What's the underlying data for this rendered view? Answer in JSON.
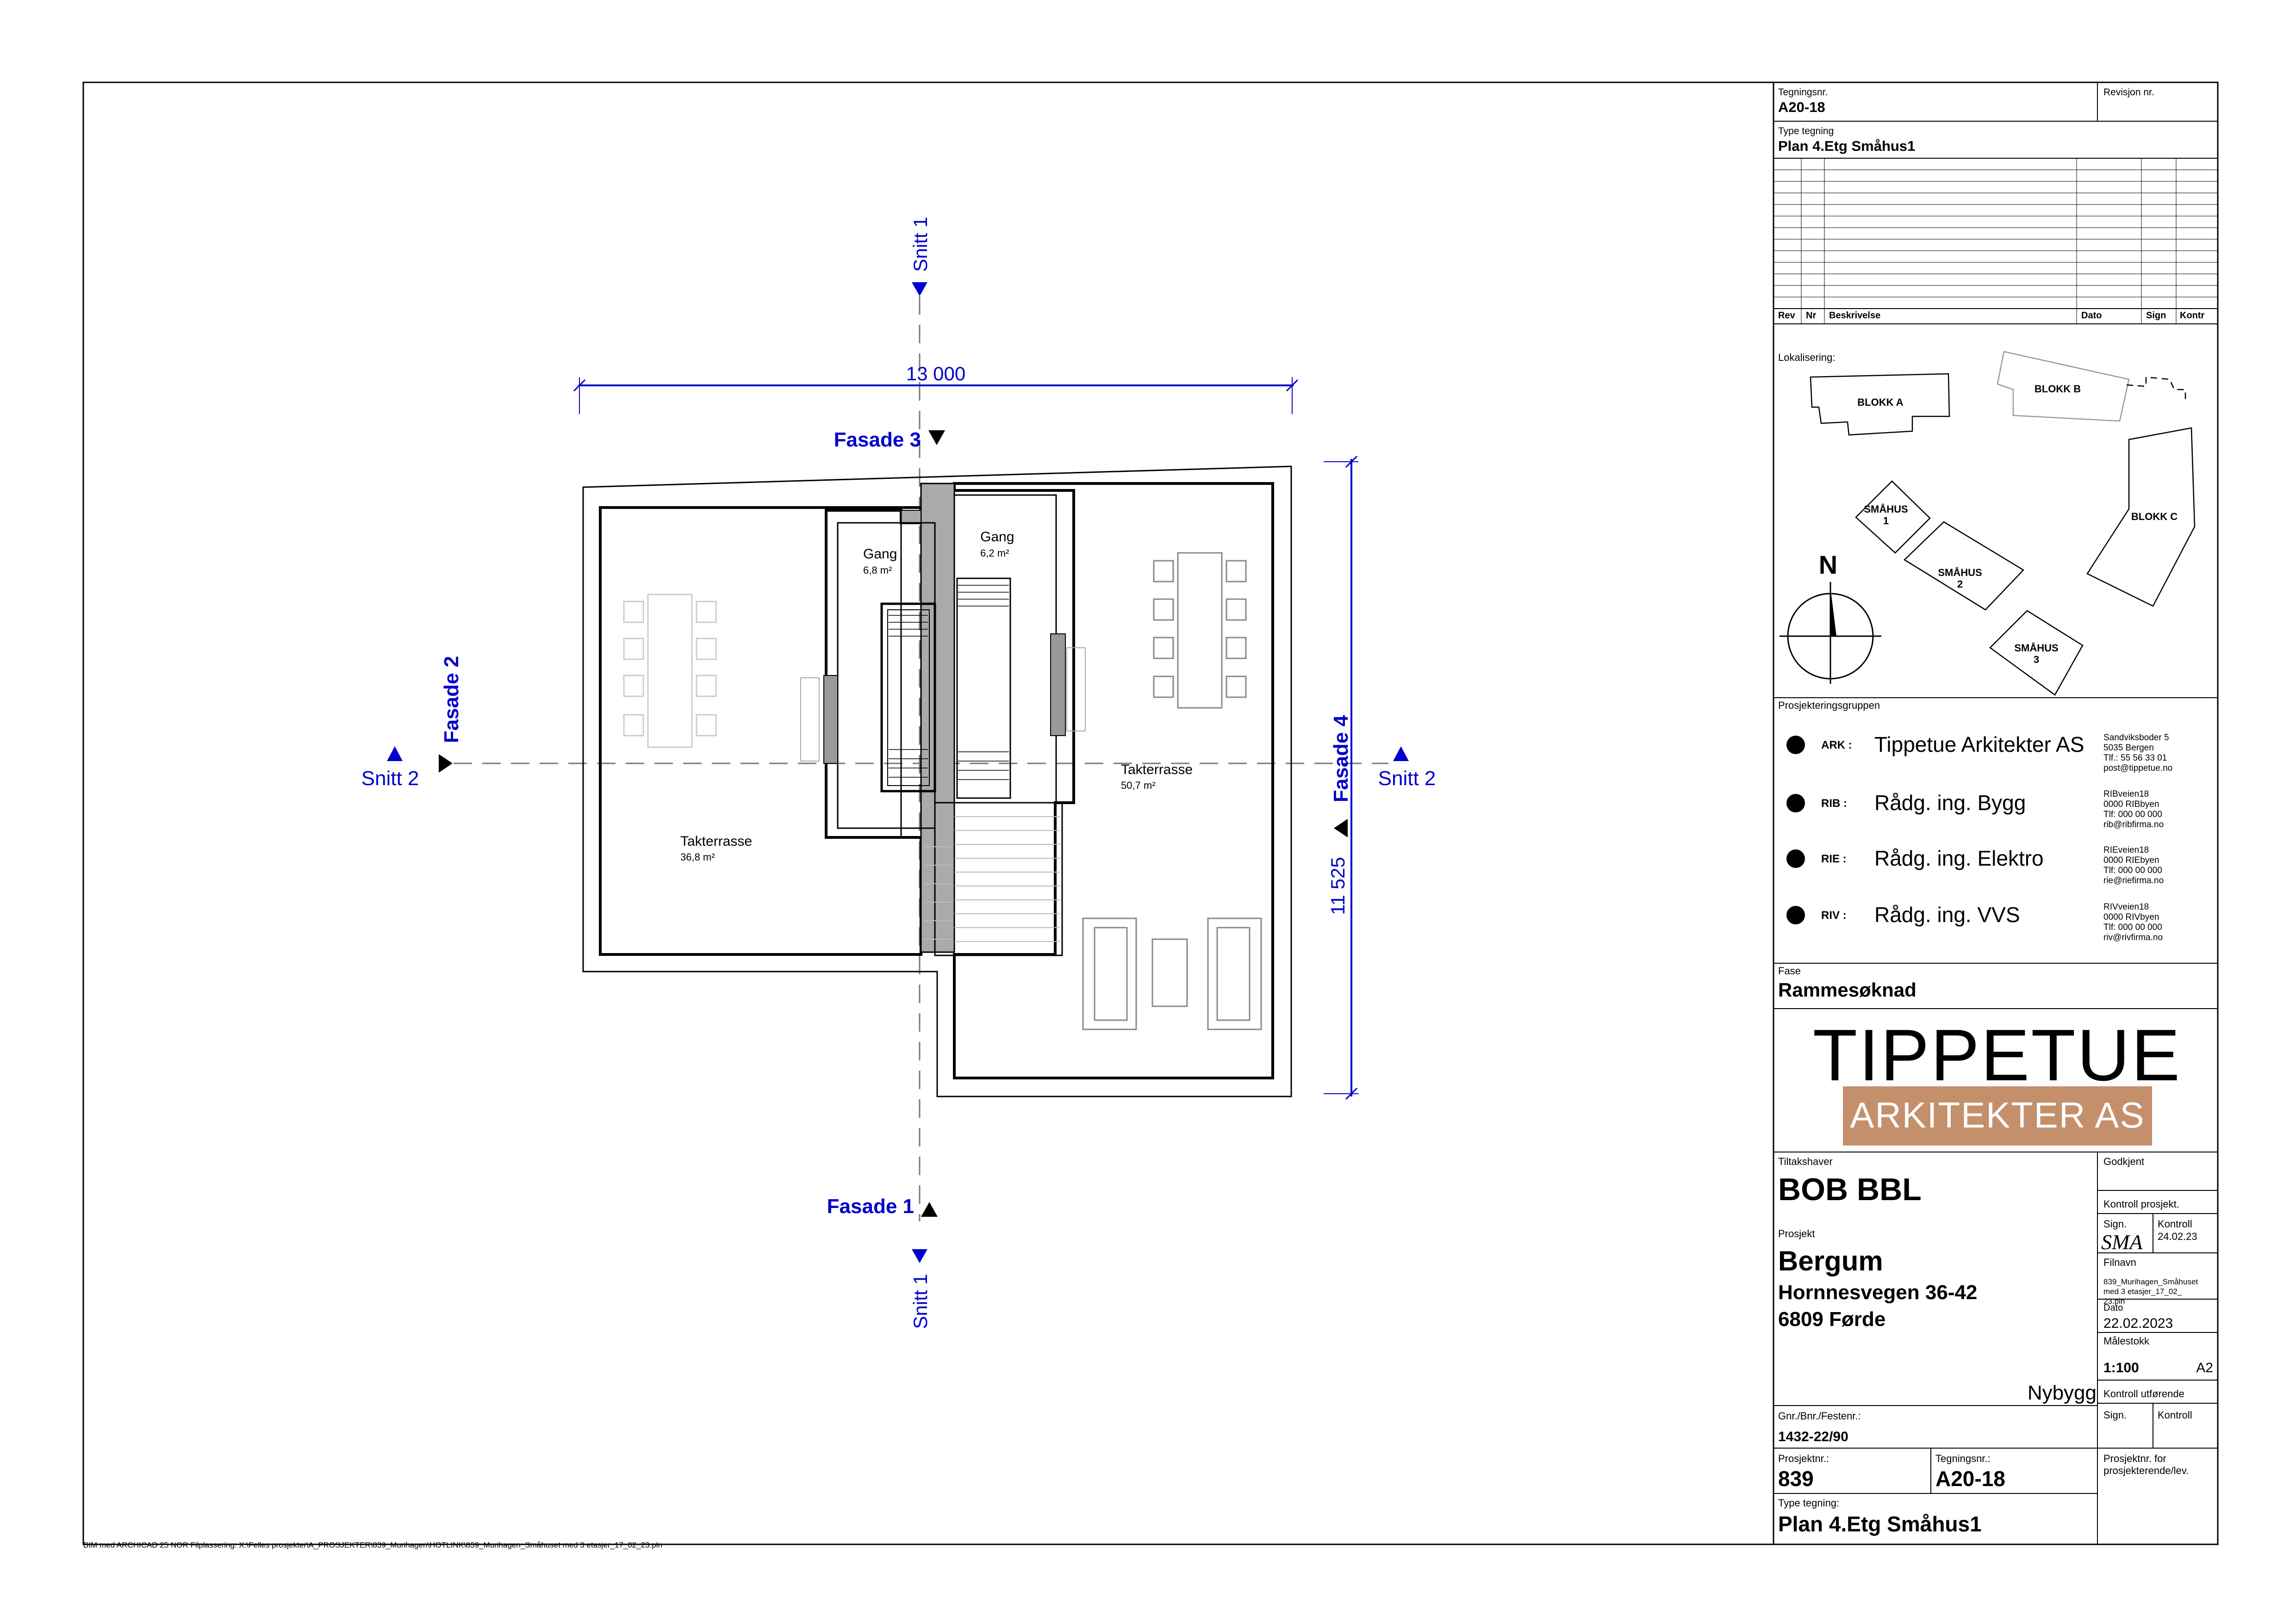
{
  "drawing": {
    "dim_width": "13 000",
    "dim_height": "11 525",
    "section_1": "Snitt 1",
    "section_2": "Snitt 2",
    "fasade_1": "Fasade 1",
    "fasade_2": "Fasade 2",
    "fasade_3": "Fasade 3",
    "fasade_4": "Fasade 4",
    "rooms": [
      {
        "name": "Gang",
        "area": "6,8 m²"
      },
      {
        "name": "Gang",
        "area": "6,2 m²"
      },
      {
        "name": "Takterrasse",
        "area": "36,8 m²"
      },
      {
        "name": "Takterrasse",
        "area": "50,7 m²"
      }
    ]
  },
  "title_block": {
    "drawing_no_label": "Tegningsnr.",
    "drawing_no": "A20-18",
    "revision_label": "Revisjon nr.",
    "type_label": "Type tegning",
    "type_value": "Plan 4.Etg Småhus1",
    "rev_headers": [
      "Rev",
      "Nr",
      "Beskrivelse",
      "Dato",
      "Sign",
      "Kontr"
    ],
    "localization_label": "Lokalisering:",
    "map_labels": [
      "BLOKK A",
      "BLOKK B",
      "BLOKK C",
      "SMÅHUS",
      "1",
      "SMÅHUS",
      "2",
      "SMÅHUS",
      "3"
    ],
    "north": "N",
    "project_group_label": "Prosjekteringsgruppen",
    "team": [
      {
        "code": "ARK :",
        "name": "Tippetue Arkitekter AS",
        "lines": [
          "Sandviksboder 5",
          "5035 Bergen",
          "Tlf.: 55 56 33 01",
          "post@tippetue.no"
        ]
      },
      {
        "code": "RIB :",
        "name": "Rådg. ing. Bygg",
        "lines": [
          "RIBveien18",
          "0000 RIBbyen",
          "Tlf: 000 00 000",
          "rib@ribfirma.no"
        ]
      },
      {
        "code": "RIE :",
        "name": "Rådg. ing. Elektro",
        "lines": [
          "RIEveien18",
          "0000 RIEbyen",
          "Tlf: 000 00 000",
          "rie@riefirma.no"
        ]
      },
      {
        "code": "RIV :",
        "name": "Rådg. ing. VVS",
        "lines": [
          "RIVveien18",
          "0000 RIVbyen",
          "Tlf: 000 00 000",
          "riv@rivfirma.no"
        ]
      }
    ],
    "phase_label": "Fase",
    "phase_value": "Rammesøknad",
    "logo_main": "TIPPETUE",
    "logo_sub": "ARKITEKTER AS",
    "logo_color": "#c4906c",
    "client_label": "Tiltakshaver",
    "client_value": "BOB BBL",
    "approved_label": "Godkjent",
    "control_project_label": "Kontroll prosjekt.",
    "sign_label": "Sign.",
    "sign_value": "SMA",
    "kontroll_label": "Kontroll",
    "kontroll_date": "24.02.23",
    "project_label": "Prosjekt",
    "project_name": "Bergum",
    "project_address_1": "Hornnesvegen 36-42",
    "project_address_2": "6809 Førde",
    "filename_label": "Filnavn",
    "filename_lines": [
      "839_Murihagen_Småhuset",
      "med 3 etasjer_17_02_",
      "23.pln"
    ],
    "date_label": "Dato",
    "date_value": "22.02.2023",
    "scale_label": "Målestokk",
    "scale_value": "1:100",
    "paper_size": "A2",
    "build_type": "Nybygg",
    "control_exec_label": "Kontroll utførende",
    "sign2_label": "Sign.",
    "kontroll2_label": "Kontroll",
    "gnr_label": "Gnr./Bnr./Festenr.:",
    "gnr_value": "1432-22/90",
    "project_no_label": "Prosjektnr.:",
    "project_no": "839",
    "drawing_no2_label": "Tegningsnr.:",
    "drawing_no2": "A20-18",
    "project_no_for_label_1": "Prosjektnr. for",
    "project_no_for_label_2": "prosjekterende/lev.",
    "type2_label": "Type tegning:",
    "type2_value": "Plan 4.Etg Småhus1"
  },
  "footer": "BIM med ARCHICAD 25 NOR     Filplassering: X:\\Felles prosjekter\\A_PROSJEKTER\\839_Murihagen\\HOTLINK\\839_Murihagen_Småhuset med 3 etasjer_17_02_23.pln",
  "colors": {
    "annotation": "#0000cc",
    "line": "#000000",
    "furniture": "#bbbbbb"
  }
}
